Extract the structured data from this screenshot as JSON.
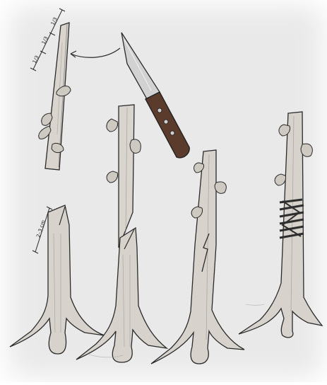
{
  "illustration": {
    "background": "#e8e8e8",
    "ink": "#2a2a2a",
    "wood": "#d7d3cc",
    "blade": "#cfcfcf",
    "handle": "#5a3a2a",
    "wrap": "#3a3a3a"
  },
  "scion_labels": [
    "1/3",
    "1/3",
    "1/3"
  ],
  "length_label": "2–3 cm",
  "steps": [
    {
      "id": "cut-scion"
    },
    {
      "id": "split-rootstock"
    },
    {
      "id": "insert-scion"
    },
    {
      "id": "wrap-graft"
    }
  ]
}
